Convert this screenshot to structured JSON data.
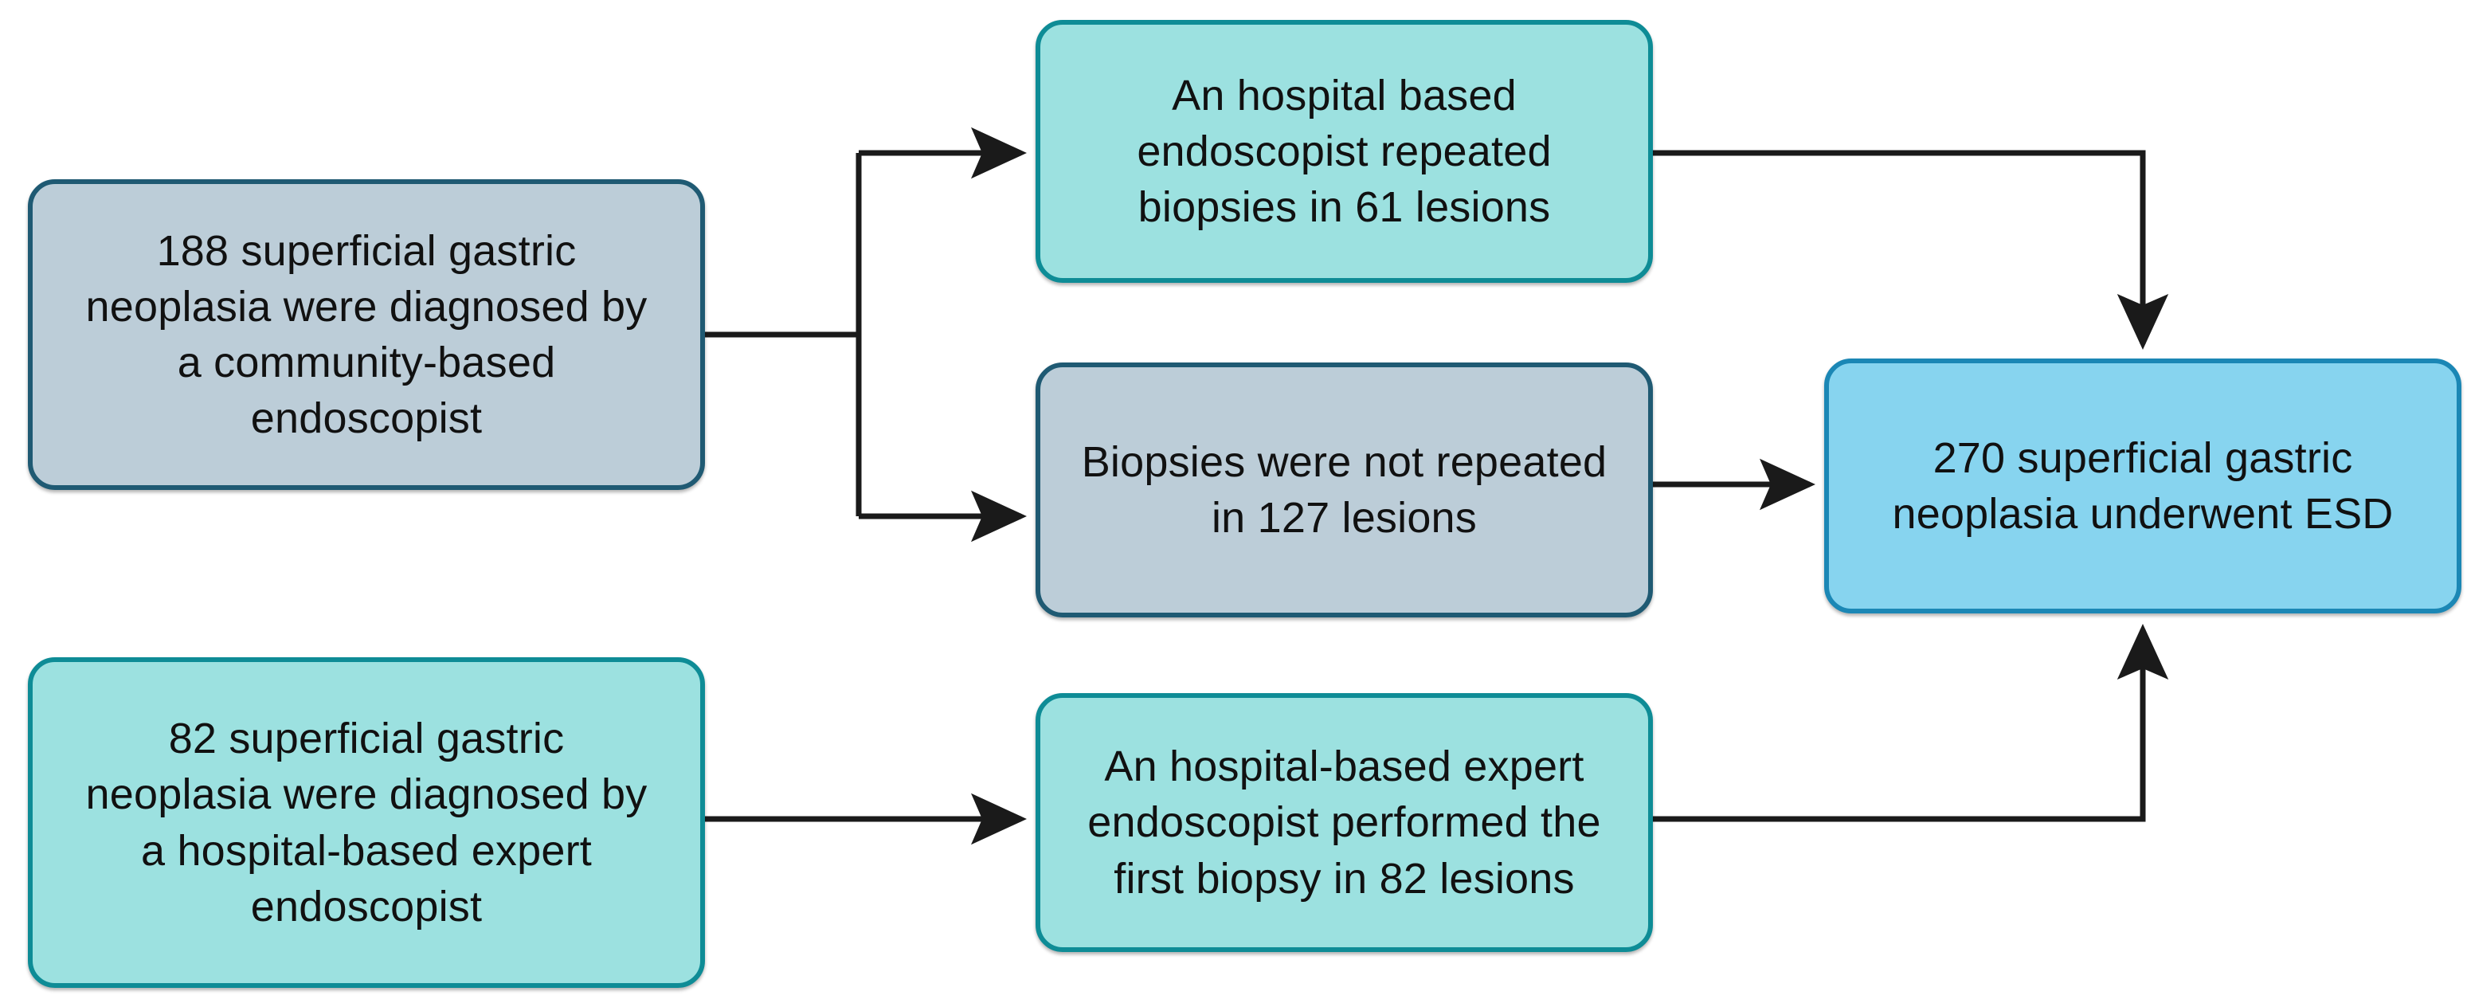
{
  "diagram": {
    "title": "Study flow of superficial gastric neoplasia diagnosis and ESD",
    "type": "flowchart",
    "background_color": "#ffffff",
    "palette": {
      "gray_fill": "#bccdd8",
      "gray_border": "#1f5a73",
      "turquoise_fill": "#9ce1e0",
      "turquoise_border": "#0e8c96",
      "sky_fill": "#87d4ef",
      "sky_border": "#1b87b5",
      "connector": "#1a1a1a"
    },
    "nodes": [
      {
        "id": "community-cohort",
        "text": "188 superficial gastric\nneoplasia were diagnosed by\na community-based\nendoscopist",
        "count": 188,
        "style": "gray"
      },
      {
        "id": "repeat-biopsy",
        "text": "An hospital based\nendoscopist repeated\nbiopsies in 61 lesions",
        "count": 61,
        "style": "turquoise"
      },
      {
        "id": "no-repeat-biopsy",
        "text": "Biopsies were not repeated\nin 127 lesions",
        "count": 127,
        "style": "gray"
      },
      {
        "id": "hospital-cohort",
        "text": "82 superficial gastric\nneoplasia were diagnosed by\na hospital-based expert\nendoscopist",
        "count": 82,
        "style": "turquoise"
      },
      {
        "id": "first-biopsy",
        "text": "An hospital-based expert\nendoscopist performed the\nfirst biopsy in 82 lesions",
        "count": 82,
        "style": "turquoise"
      },
      {
        "id": "esd-outcome",
        "text": "270 superficial gastric\nneoplasia  underwent ESD",
        "count": 270,
        "style": "sky"
      }
    ],
    "edges": [
      {
        "id": "community-to-repeat",
        "from": "community-cohort",
        "to": "repeat-biopsy",
        "shape": "split-up"
      },
      {
        "id": "community-to-norepeat",
        "from": "community-cohort",
        "to": "no-repeat-biopsy",
        "shape": "split-down"
      },
      {
        "id": "repeat-to-esd",
        "from": "repeat-biopsy",
        "to": "esd-outcome",
        "shape": "right-then-down"
      },
      {
        "id": "norepeat-to-esd",
        "from": "no-repeat-biopsy",
        "to": "esd-outcome",
        "shape": "straight-right"
      },
      {
        "id": "hospital-to-firstbiopsy",
        "from": "hospital-cohort",
        "to": "first-biopsy",
        "shape": "straight-right"
      },
      {
        "id": "firstbiopsy-to-esd",
        "from": "first-biopsy",
        "to": "esd-outcome",
        "shape": "right-then-up"
      }
    ]
  }
}
